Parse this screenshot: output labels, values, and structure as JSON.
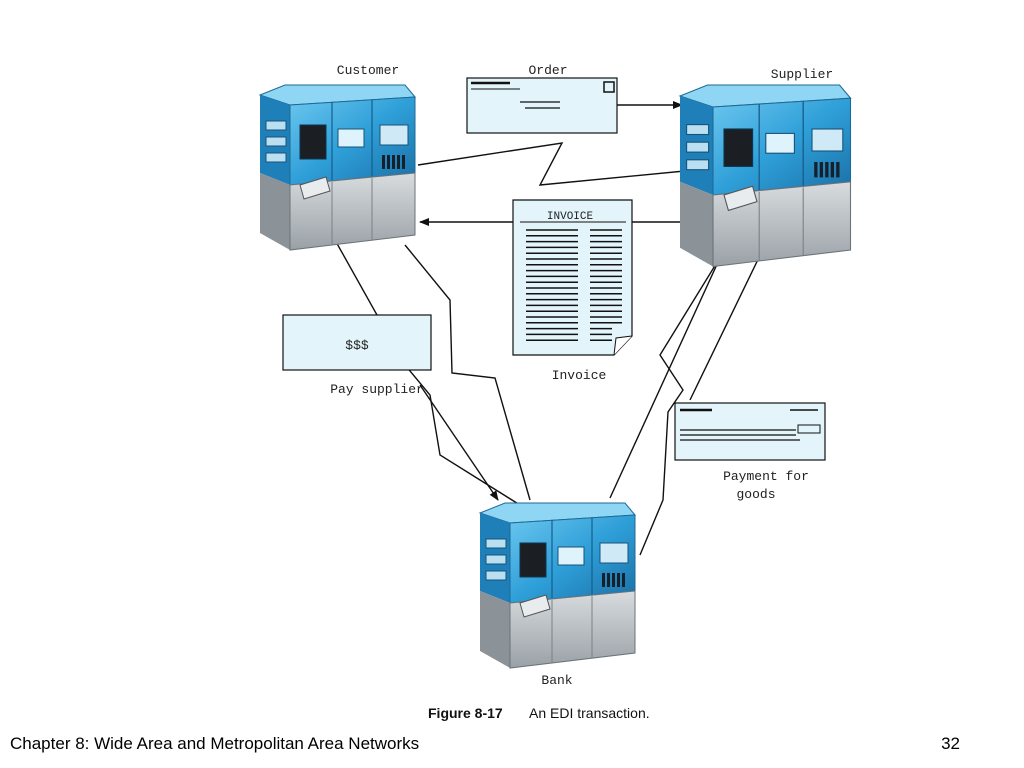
{
  "diagram": {
    "nodes": {
      "customer": "Customer",
      "supplier": "Supplier",
      "bank": "Bank"
    },
    "documents": {
      "order": "Order",
      "invoice_heading": "INVOICE",
      "invoice": "Invoice",
      "payment_amount": "$$$",
      "pay_supplier": "Pay supplier",
      "payment_for_goods_line1": "Payment for",
      "payment_for_goods_line2": "goods"
    },
    "caption": {
      "number": "Figure 8-17",
      "text": "An EDI transaction."
    },
    "colors": {
      "machine_blue": "#2f9fd8",
      "document_fill": "#e3f4fb",
      "line": "#111111"
    }
  },
  "footer": {
    "title": "Chapter 8: Wide Area and Metropolitan Area Networks",
    "page": "32"
  }
}
